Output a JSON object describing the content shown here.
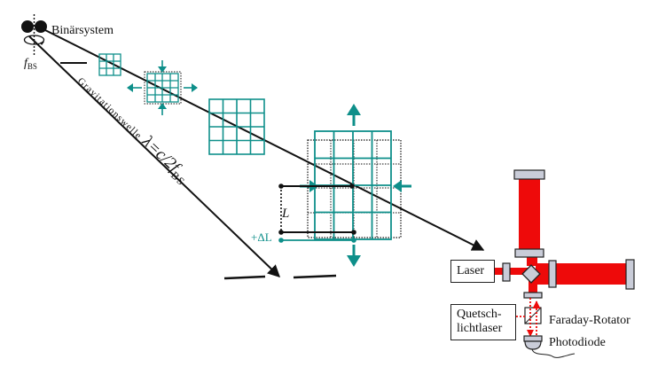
{
  "labels": {
    "binary": "Binärsystem",
    "freq_main": "f",
    "freq_sub": "BS",
    "gw_small": "Gravitationswelle",
    "gw_formula": " λ=c/2f",
    "gw_formula_sub": "BS",
    "length": "L",
    "delta": "+ΔL",
    "laser": "Laser",
    "squeeze_line1": "Quetsch-",
    "squeeze_line2": "lichtlaser",
    "faraday": "Faraday-Rotator",
    "photodiode": "Photodiode"
  },
  "colors": {
    "teal": "#0e8f8a",
    "red": "#ee0a0a",
    "black": "#111111",
    "mirror_fill": "#c9ccd8"
  }
}
